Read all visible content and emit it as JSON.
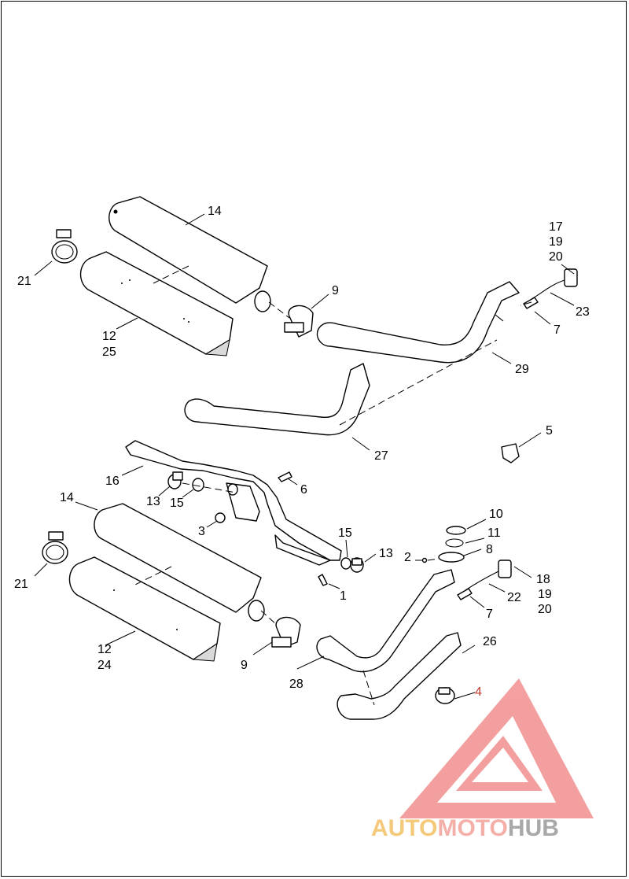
{
  "diagram": {
    "callouts": {
      "c14a": "14",
      "c21a": "21",
      "c12a": "12",
      "c25": "25",
      "c9a": "9",
      "c17": "17",
      "c19a": "19",
      "c20a": "20",
      "c23": "23",
      "c7a": "7",
      "c29": "29",
      "c27": "27",
      "c5": "5",
      "c16": "16",
      "c6": "6",
      "c13a": "13",
      "c15a": "15",
      "c14b": "14",
      "c3": "3",
      "c10": "10",
      "c11": "11",
      "c15b": "15",
      "c8": "8",
      "c21b": "21",
      "c13b": "13",
      "c2": "2",
      "c18": "18",
      "c1": "1",
      "c22": "22",
      "c19b": "19",
      "c7b": "7",
      "c20b": "20",
      "c12b": "12",
      "c24": "24",
      "c26": "26",
      "c9b": "9",
      "c28": "28",
      "c4": "4"
    }
  },
  "watermark": {
    "word_auto": "AUTO",
    "word_moto": "MOTO",
    "word_hub": "HUB",
    "colors": {
      "logo": "#f08080",
      "auto": "#f5c97a",
      "moto": "#f4b0a8",
      "hub": "#a8a8a8"
    }
  }
}
